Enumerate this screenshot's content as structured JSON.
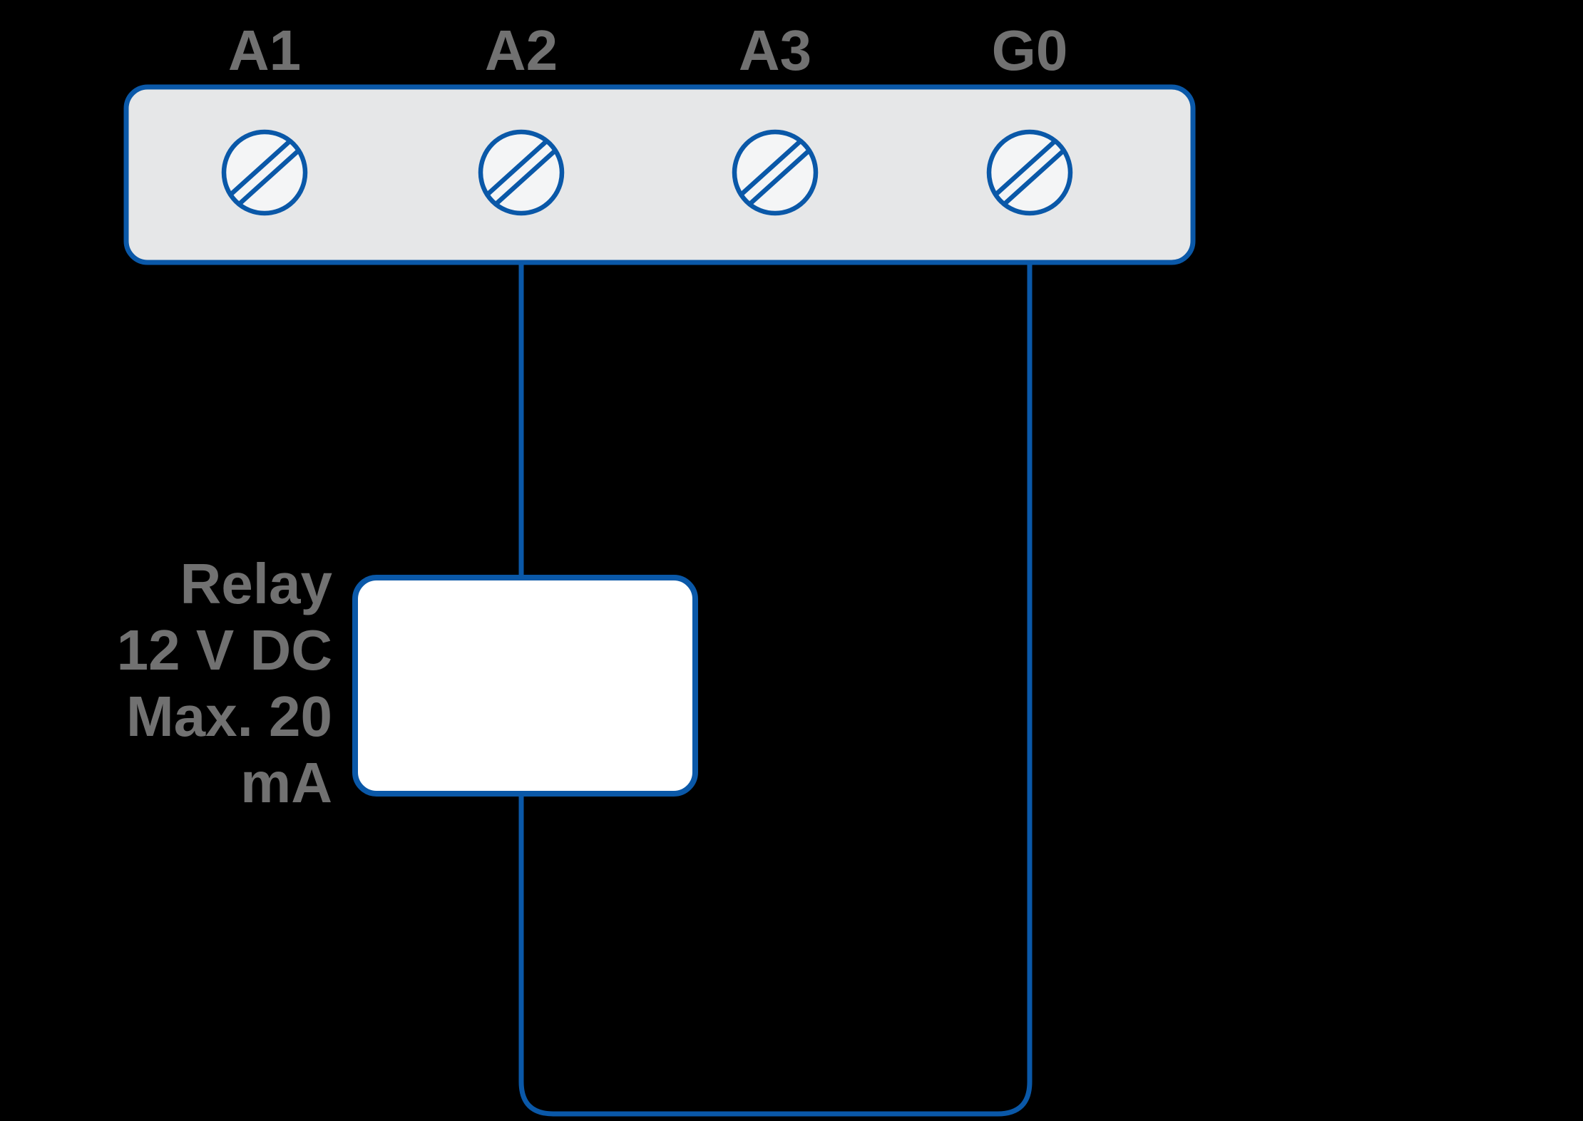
{
  "colors": {
    "background": "#000000",
    "outline_blue": "#0a58a8",
    "block_fill": "#e6e7e8",
    "screw_fill": "#f4f5f6",
    "relay_fill": "#ffffff",
    "label_gray": "#717171"
  },
  "terminal_block": {
    "terminals": [
      {
        "label": "A1"
      },
      {
        "label": "A2"
      },
      {
        "label": "A3"
      },
      {
        "label": "G0"
      }
    ]
  },
  "relay": {
    "caption_lines": [
      "Relay",
      "12 V DC",
      "Max. 20",
      "mA"
    ],
    "caption_text": "Relay 12 V DC Max. 20 mA"
  },
  "connections": [
    {
      "from": "A2",
      "to": "relay"
    },
    {
      "from": "relay",
      "to": "G0"
    }
  ]
}
